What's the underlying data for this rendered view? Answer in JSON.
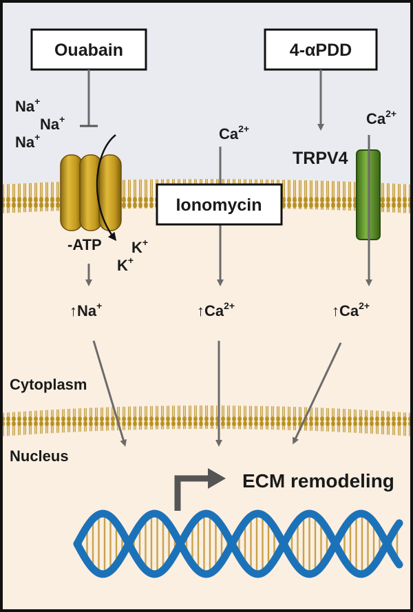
{
  "drugs": {
    "ouabain": "Ouabain",
    "pdd": "4-αPDD",
    "ionomycin": "Ionomycin"
  },
  "channels": {
    "trpv4": "TRPV4",
    "pump_atp": "-ATP"
  },
  "ions": {
    "na_ext": [
      "Na",
      "Na",
      "Na"
    ],
    "k_int": [
      "K",
      "K"
    ],
    "ca_mid": "Ca",
    "ca_right": "Ca",
    "plus": "+",
    "two_plus": "2+"
  },
  "intracellular": {
    "na_rise": "↑Na",
    "ca_rise_mid": "↑Ca",
    "ca_rise_right": "↑Ca"
  },
  "compartments": {
    "cytoplasm": "Cytoplasm",
    "nucleus": "Nucleus"
  },
  "outcome": "ECM remodeling",
  "colors": {
    "extracellular": "#e9ebf0",
    "cytoplasm": "#fbefe2",
    "membrane_head": "#b89122",
    "pump": "#c49a1f",
    "trpv4": "#5a8e2a",
    "dna_strand": "#1c72b8",
    "dna_rung": "#c9a24a",
    "arrow": "#6b6b6b"
  }
}
